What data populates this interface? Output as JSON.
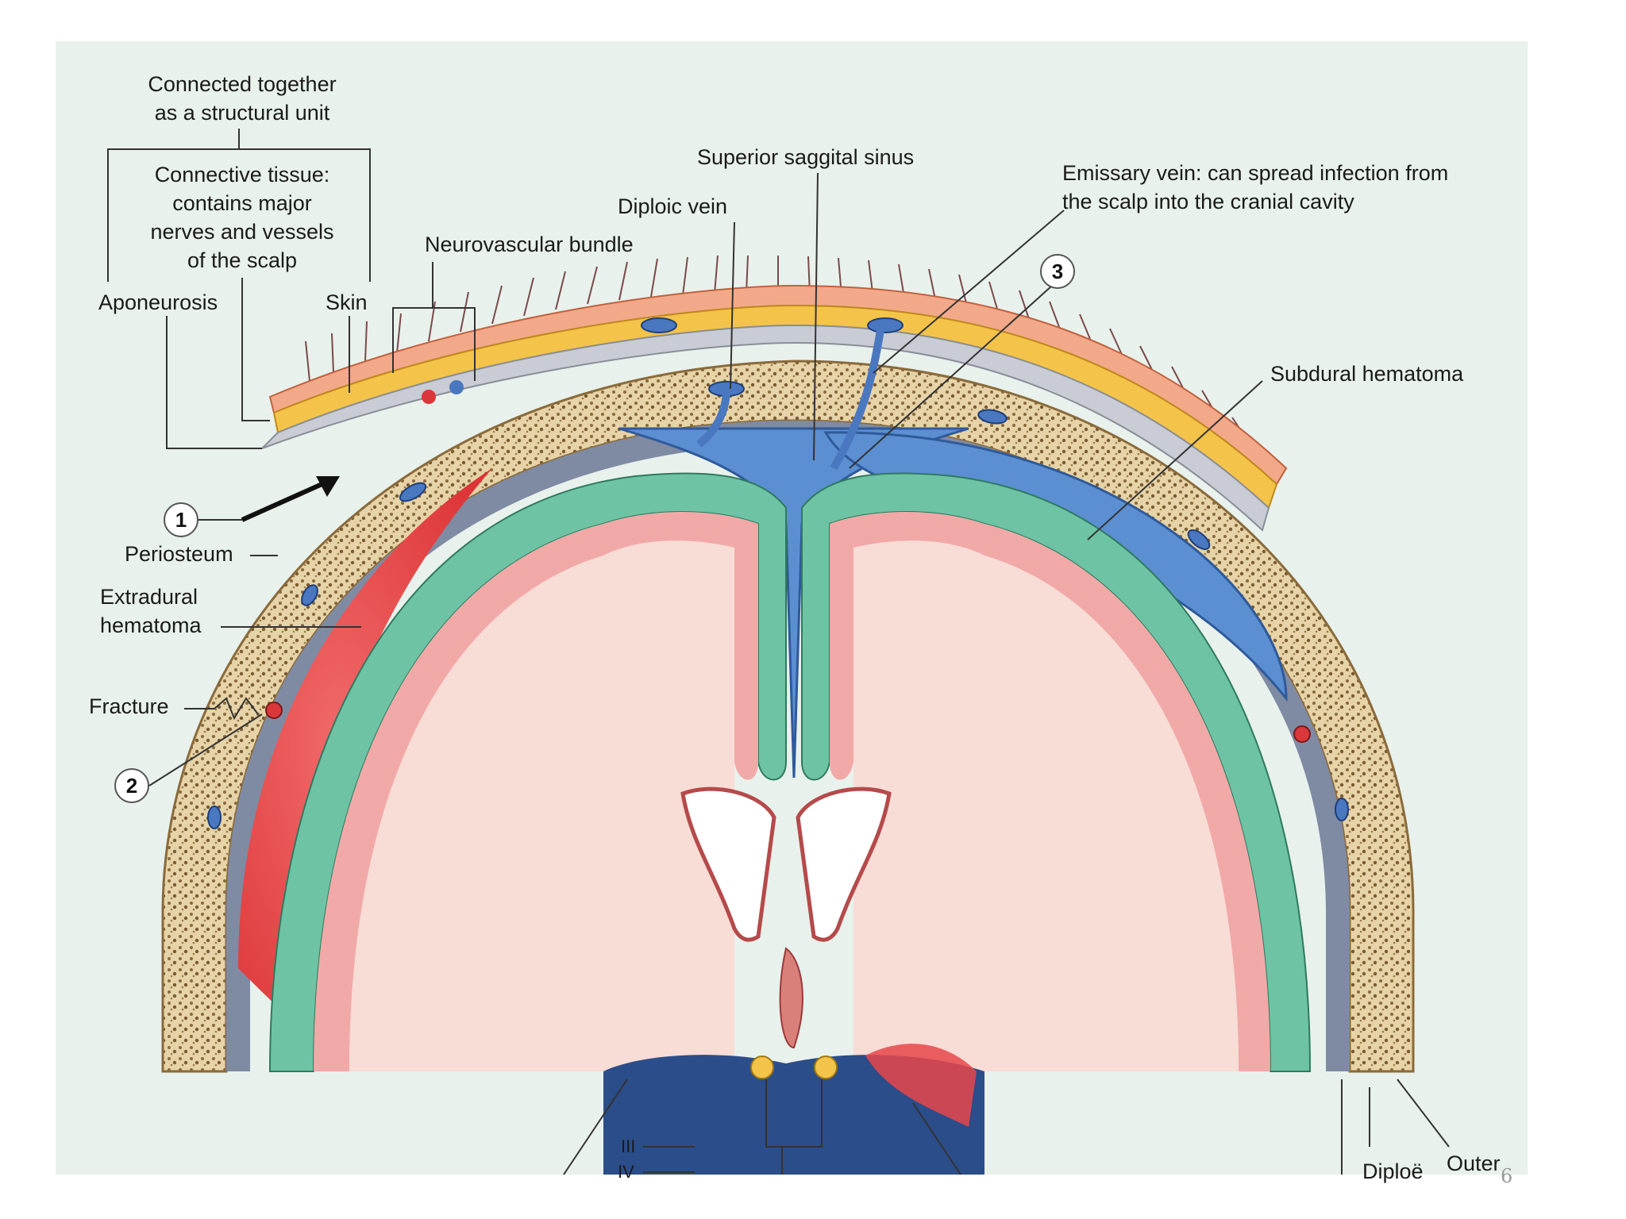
{
  "labels": {
    "structural_unit": [
      "Connected together",
      "as a structural unit"
    ],
    "connective_tissue": [
      "Connective tissue:",
      "contains major",
      "nerves and vessels",
      "of the scalp"
    ],
    "aponeurosis": "Aponeurosis",
    "skin": "Skin",
    "neurovascular_bundle": "Neurovascular bundle",
    "diploic_vein": "Diploic vein",
    "superior_sagittal_sinus": "Superior saggital sinus",
    "emissary_vein": [
      "Emissary vein: can spread infection from",
      "the scalp into the cranial cavity"
    ],
    "subdural_hematoma": "Subdural hematoma",
    "periosteum": "Periosteum",
    "extradural_hematoma": [
      "Extradural",
      "hematoma"
    ],
    "fracture": "Fracture",
    "diploe": "Diploë",
    "outer": "Outer",
    "cranial_nerve_3": "III",
    "cranial_nerve_4": "IV"
  },
  "markers": [
    "1",
    "2",
    "3"
  ],
  "page_number": "6",
  "colors": {
    "panel_background": "#e8f1ec",
    "skin": "#f2a98a",
    "connective_tissue": "#f4c44a",
    "aponeurosis": "#c9ccd4",
    "bone": "#e6d3a8",
    "extradural_hematoma": "#e8474a",
    "subdural_hematoma": "#5b8fd1",
    "arachnoid": "#6fc3a5",
    "brain_grey_matter": "#f1a9a8",
    "brain_white_matter": "#f8dcd6"
  }
}
